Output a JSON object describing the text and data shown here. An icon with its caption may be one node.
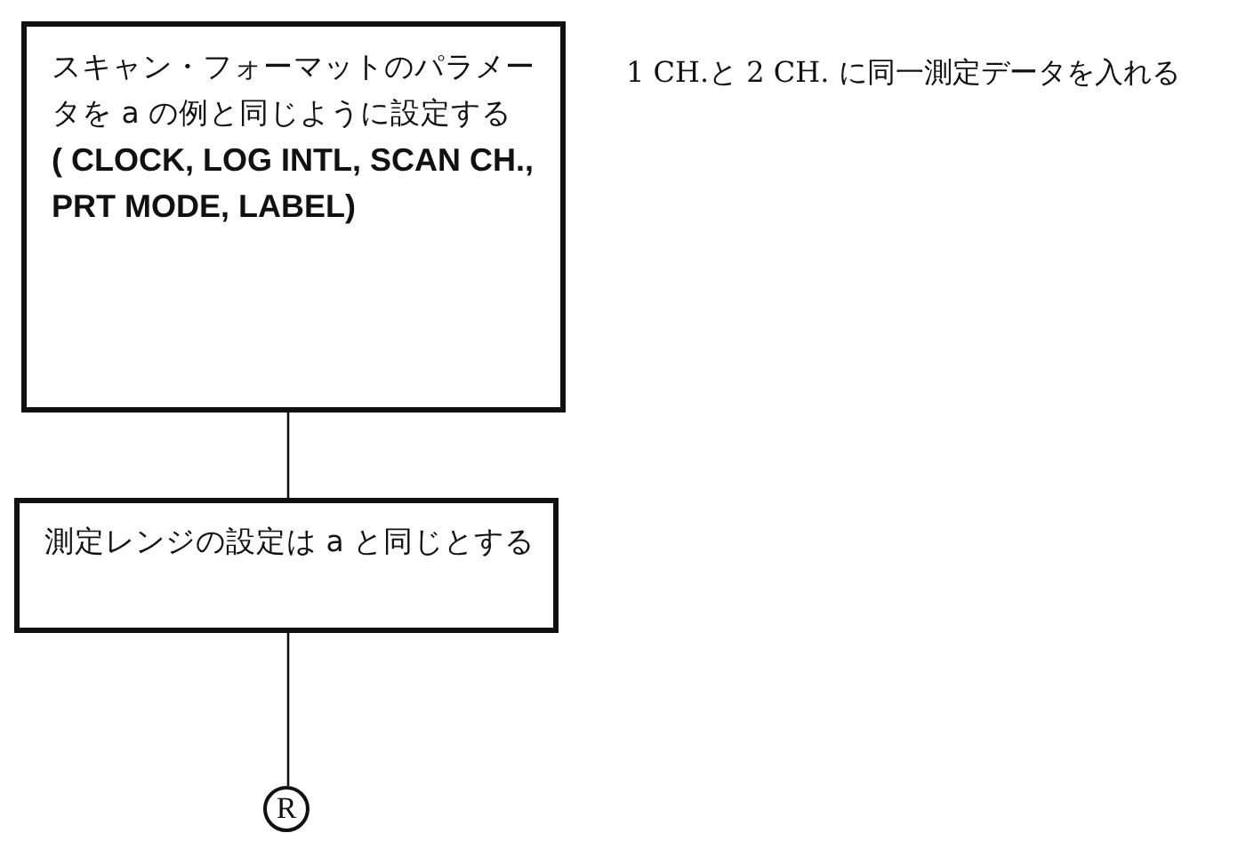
{
  "diagram": {
    "nodes": [
      {
        "text": [
          "スキャン・フォーマットのパラメータを a の例と同じように設定する",
          "( CLOCK, LOG INTL, SCAN CH., PRT MODE, LABEL)"
        ],
        "beside": [
          "1 CH.と 2 CH. に同一測定データを入れる"
        ]
      },
      {
        "text": [
          "測定レンジの設定は a と同じとする"
        ]
      },
      {
        "text": [
          "R"
        ]
      }
    ],
    "edges": [
      {
        "from": 0,
        "to": 1,
        "arrow": "none"
      },
      {
        "from": 1,
        "to": 2,
        "arrow": "none"
      }
    ]
  }
}
